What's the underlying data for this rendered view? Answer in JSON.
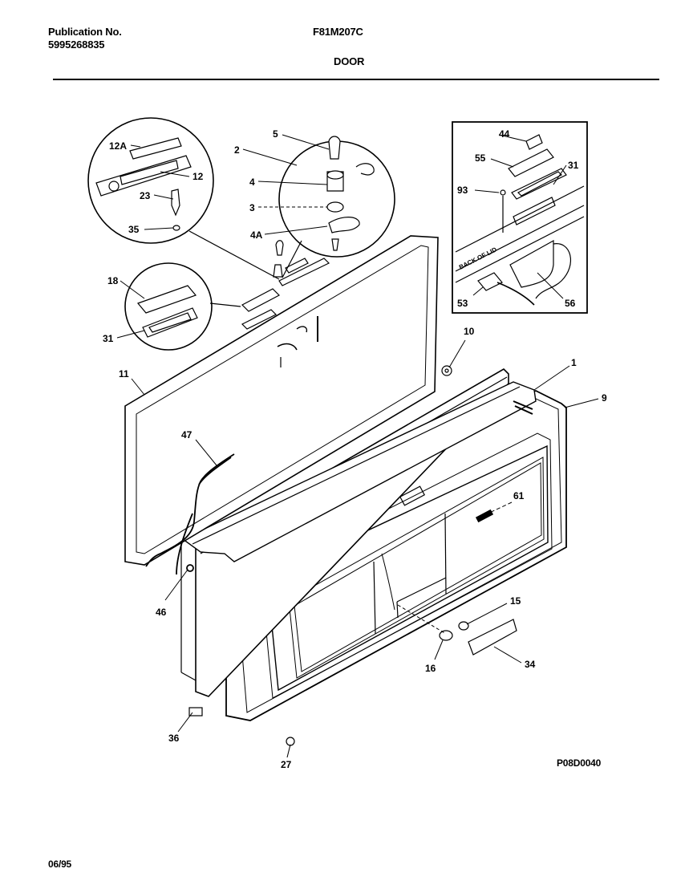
{
  "header": {
    "publication_label": "Publication No.",
    "publication_number": "5995268835",
    "model": "F81M207C",
    "section_title": "DOOR"
  },
  "footer": {
    "date": "06/95",
    "drawing_id": "P08D0040"
  },
  "diagram": {
    "inset_text": "BACK OF LID",
    "callouts": [
      {
        "id": "c-5",
        "label": "5"
      },
      {
        "id": "c-2",
        "label": "2"
      },
      {
        "id": "c-12a",
        "label": "12A"
      },
      {
        "id": "c-12",
        "label": "12"
      },
      {
        "id": "c-23",
        "label": "23"
      },
      {
        "id": "c-35",
        "label": "35"
      },
      {
        "id": "c-4",
        "label": "4"
      },
      {
        "id": "c-3",
        "label": "3"
      },
      {
        "id": "c-4a",
        "label": "4A"
      },
      {
        "id": "c-44",
        "label": "44"
      },
      {
        "id": "c-55",
        "label": "55"
      },
      {
        "id": "c-31a",
        "label": "31"
      },
      {
        "id": "c-93",
        "label": "93"
      },
      {
        "id": "c-53",
        "label": "53"
      },
      {
        "id": "c-56",
        "label": "56"
      },
      {
        "id": "c-18",
        "label": "18"
      },
      {
        "id": "c-31b",
        "label": "31"
      },
      {
        "id": "c-10",
        "label": "10"
      },
      {
        "id": "c-1",
        "label": "1"
      },
      {
        "id": "c-9",
        "label": "9"
      },
      {
        "id": "c-11",
        "label": "11"
      },
      {
        "id": "c-47",
        "label": "47"
      },
      {
        "id": "c-61",
        "label": "61"
      },
      {
        "id": "c-46",
        "label": "46"
      },
      {
        "id": "c-15",
        "label": "15"
      },
      {
        "id": "c-16",
        "label": "16"
      },
      {
        "id": "c-34",
        "label": "34"
      },
      {
        "id": "c-36",
        "label": "36"
      },
      {
        "id": "c-27",
        "label": "27"
      }
    ]
  }
}
